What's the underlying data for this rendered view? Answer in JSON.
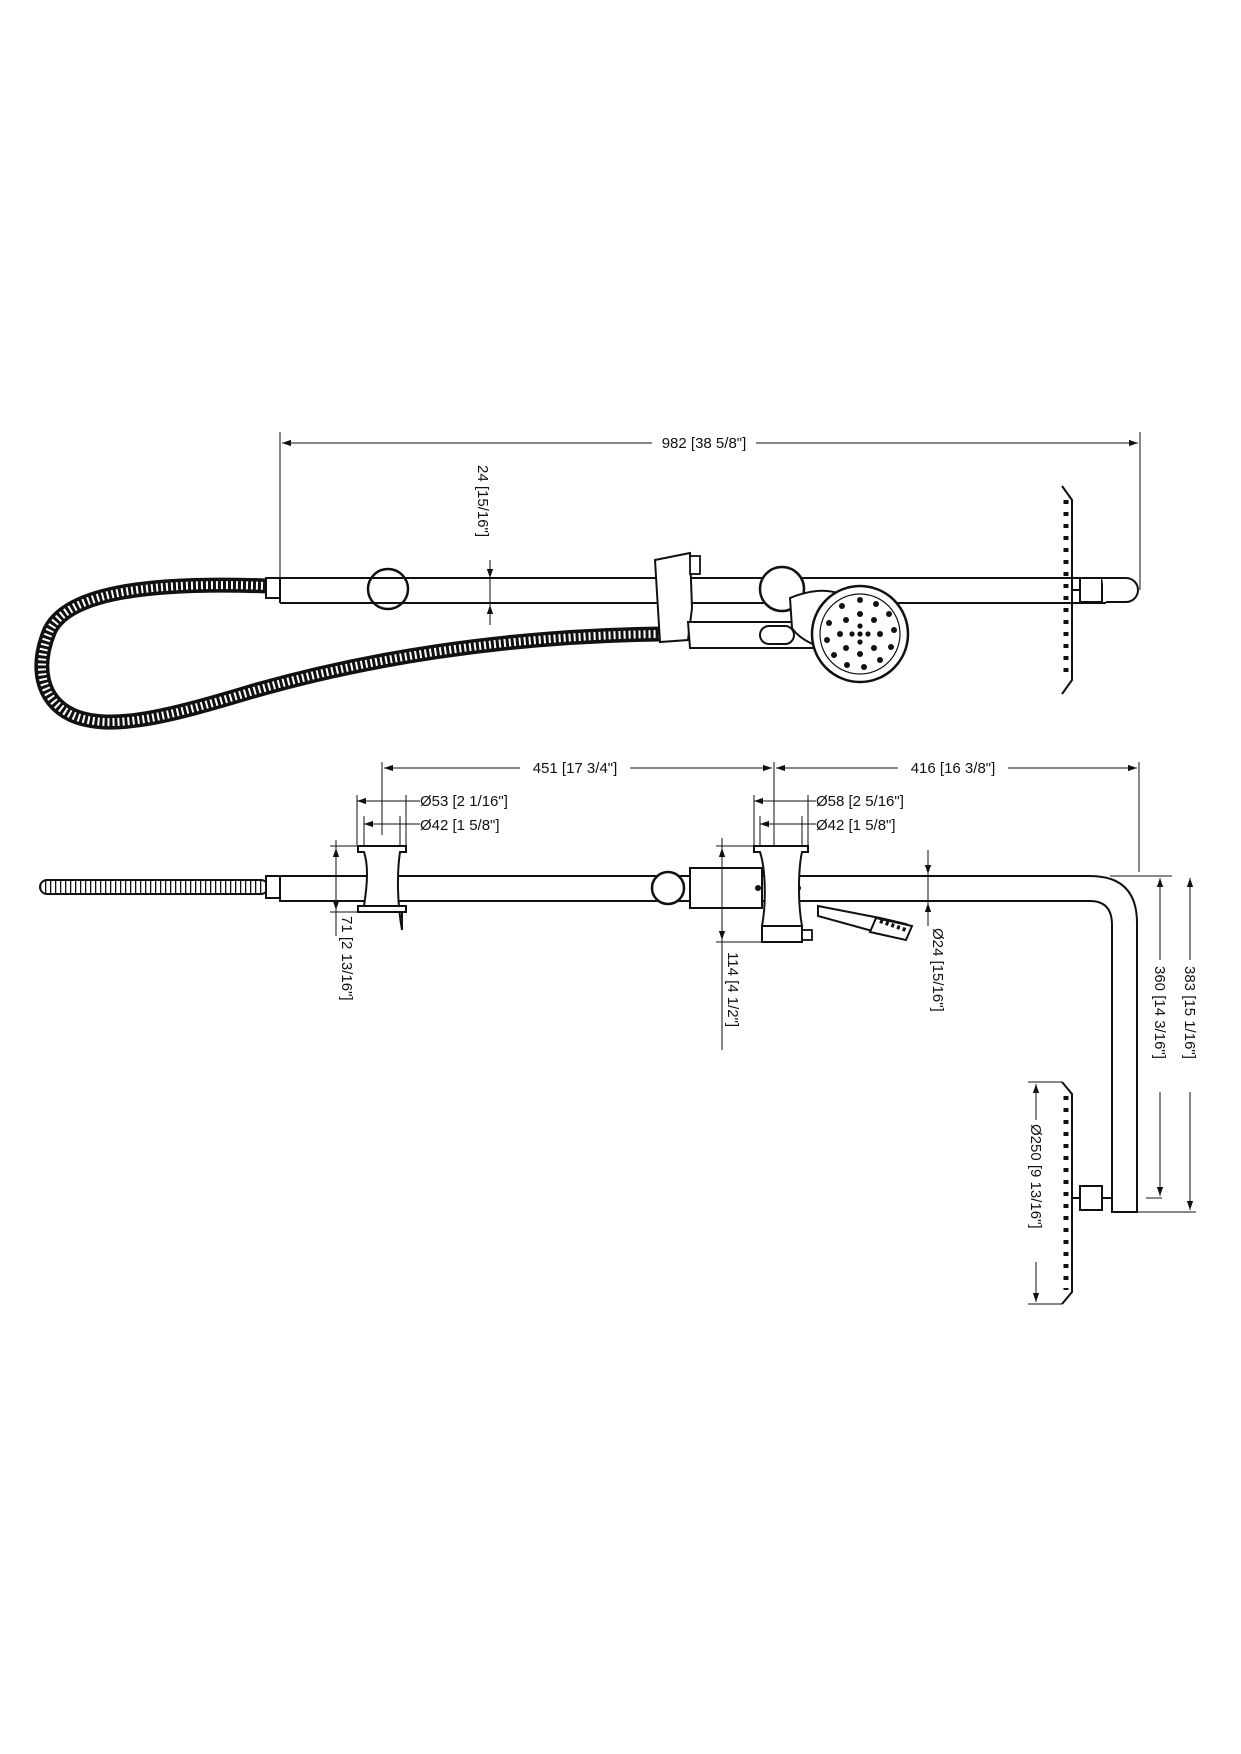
{
  "drawing": {
    "top_view": {
      "overall_length": "982 [38 5/8\"]",
      "rail_diameter": "24 [15/16\"]"
    },
    "side_view": {
      "span_left": "451 [17 3/4\"]",
      "span_right": "416 [16 3/8\"]",
      "lower_bracket_outer": "Ø53 [2 1/16\"]",
      "lower_bracket_inner": "Ø42 [1 5/8\"]",
      "upper_bracket_outer": "Ø58 [2 5/16\"]",
      "upper_bracket_inner": "Ø42 [1 5/8\"]",
      "lower_bracket_projection": "71 [2 13/16\"]",
      "upper_bracket_projection": "114 [4 1/2\"]",
      "rail_diameter": "Ø24 [15/16\"]",
      "arm_drop": "360 [14 3/16\"]",
      "arm_drop_overall": "383 [15 1/16\"]",
      "overhead_diameter": "Ø250 [9 13/16\"]"
    }
  }
}
